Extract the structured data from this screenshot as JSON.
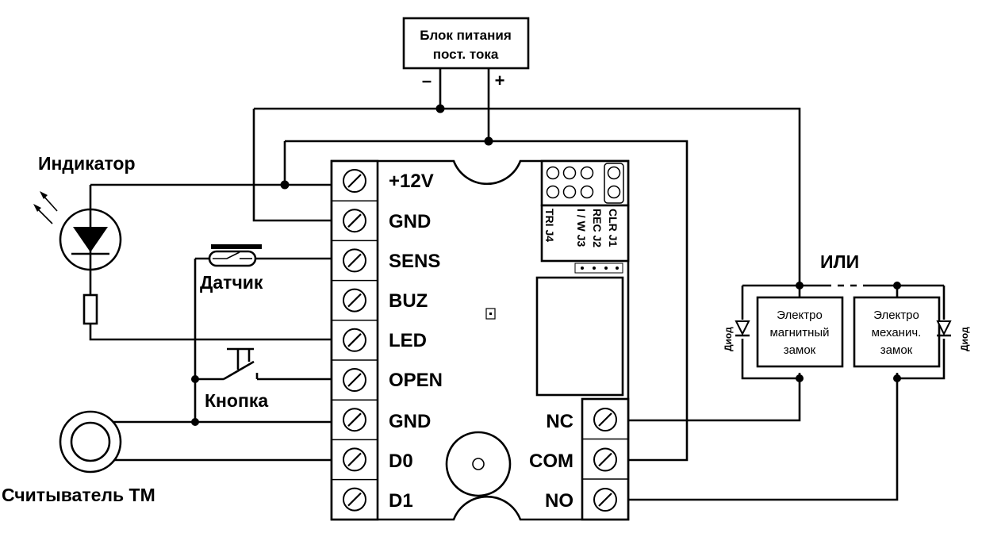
{
  "power_supply": {
    "line1": "Блок питания",
    "line2": "пост. тока",
    "minus": "–",
    "plus": "+"
  },
  "indicator_label": "Индикатор",
  "sensor_label": "Датчик",
  "button_label": "Кнопка",
  "reader_label": "Считыватель ТМ",
  "or_label": "ИЛИ",
  "diode_label": "Диод",
  "terminals_left": [
    "+12V",
    "GND",
    "SENS",
    "BUZ",
    "LED",
    "OPEN",
    "GND",
    "D0",
    "D1"
  ],
  "terminals_right": [
    "NC",
    "COM",
    "NO"
  ],
  "jumpers": [
    "CLR J1",
    "REC J2",
    "I / W J3",
    "TRI J4"
  ],
  "lock_magnetic": {
    "line1": "Электро",
    "line2": "магнитный",
    "line3": "замок"
  },
  "lock_mechanical": {
    "line1": "Электро",
    "line2": "механич.",
    "line3": "замок"
  }
}
